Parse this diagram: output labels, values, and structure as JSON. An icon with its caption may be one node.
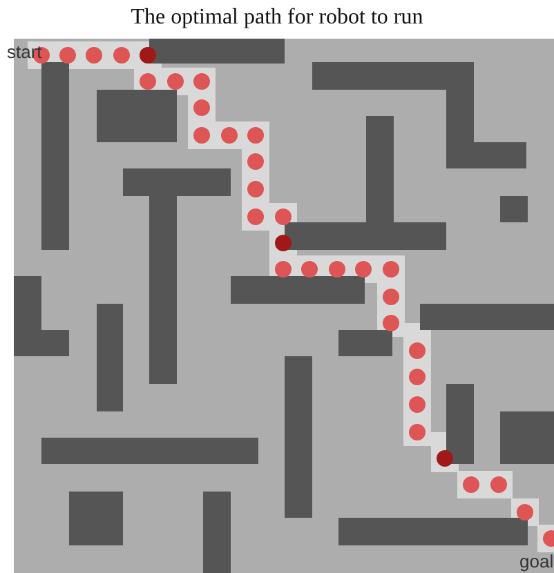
{
  "diagram": {
    "title": "The optimal path for robot to run",
    "labels": [
      "start",
      "goal"
    ]
  }
}
